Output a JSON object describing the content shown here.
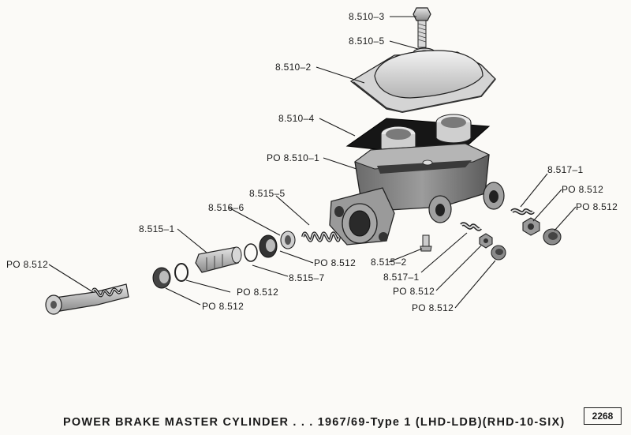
{
  "labels": {
    "l1": "8.510–3",
    "l2": "8.510–5",
    "l3": "8.510–2",
    "l4": "8.510–4",
    "l5": "PO 8.510–1",
    "l6": "8.517–1",
    "l7": "PO 8.512",
    "l8": "PO 8.512",
    "l9": "8.515–5",
    "l10": "8.516–6",
    "l11": "8.515–1",
    "l12": "PO 8.512",
    "l13": "8.515–7",
    "l14": "8.515–2",
    "l15": "8.517–1",
    "l16": "PO 8.512",
    "l17": "PO 8.512",
    "l18": "PO 8.512",
    "l19": "PO 8.512",
    "l20": "PO 8.512"
  },
  "caption": {
    "title": "POWER BRAKE MASTER CYLINDER . . .",
    "model": "1967/69-Type 1 (LHD-LDB)(RHD-10-SIX)"
  },
  "page_number": "2268"
}
